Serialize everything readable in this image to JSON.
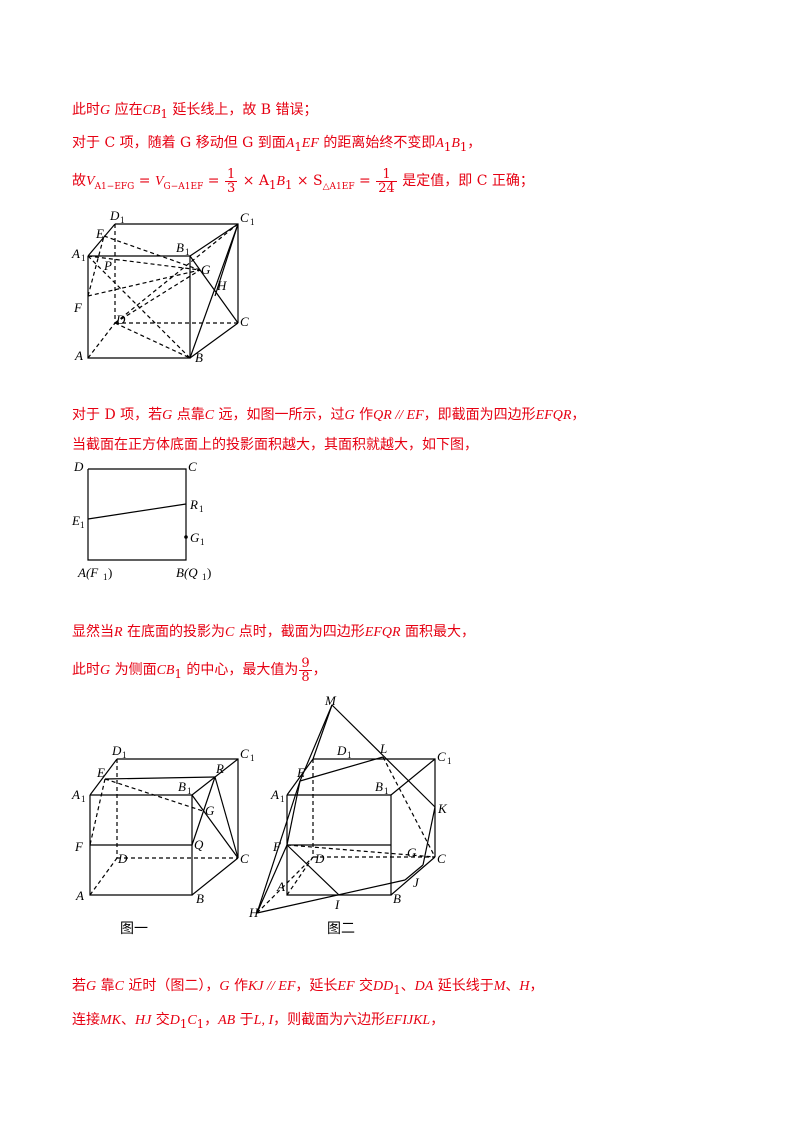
{
  "lines": {
    "l1a": "此时",
    "l1b": "G",
    "l1c": " 应在",
    "l1d": "CB",
    "l1e": "1",
    "l1f": " 延长线上，故 B 错误；",
    "l2a": "对于 C 项，随着 G 移动但 G 到面",
    "l2b": "A",
    "l2c": "1",
    "l2d": "EF",
    "l2e": " 的距离始终不变即",
    "l2f": "A",
    "l2g": "1",
    "l2h": "B",
    "l2i": "1",
    "l2j": "，",
    "l3a": "故",
    "l3b": "V",
    "l3c": "A1−EFG",
    "l3d": " = ",
    "l3e": "V",
    "l3f": "G−A1EF",
    "l3g": " = ",
    "l3h1": "1",
    "l3h2": "3",
    "l3i": " × A",
    "l3j": "1",
    "l3k": "B",
    "l3l": "1",
    "l3m": " × S",
    "l3n": "△A1EF",
    "l3o": " = ",
    "l3p1": "1",
    "l3p2": "24",
    "l3q": " 是定值，即 C 正确；",
    "l4a": "对于 D 项，若",
    "l4b": "G",
    "l4c": " 点靠",
    "l4d": "C",
    "l4e": " 远，如图一所示，过",
    "l4f": "G",
    "l4g": " 作",
    "l4h": "QR // EF",
    "l4i": "，即截面为四边形",
    "l4j": "EFQR",
    "l4k": "，",
    "l5": "当截面在正方体底面上的投影面积越大，其面积就越大，如下图，",
    "l6a": "显然当",
    "l6b": "R",
    "l6c": " 在底面的投影为",
    "l6d": "C",
    "l6e": " 点时，截面为四边形",
    "l6f": "EFQR",
    "l6g": " 面积最大，",
    "l7a": "此时",
    "l7b": "G",
    "l7c": " 为侧面",
    "l7d": "CB",
    "l7e": "1",
    "l7f": " 的中心，最大值为",
    "l7g1": "9",
    "l7g2": "8",
    "l7h": "，",
    "l8a": "若",
    "l8b": "G",
    "l8c": " 靠",
    "l8d": "C",
    "l8e": " 近时（图二），",
    "l8f": "G",
    "l8g": " 作",
    "l8h": "KJ // EF",
    "l8i": "，延长",
    "l8j": "EF",
    "l8k": " 交",
    "l8l": "DD",
    "l8m": "1",
    "l8n": "、",
    "l8o": "DA",
    "l8p": " 延长线于",
    "l8q": "M",
    "l8r": "、",
    "l8s": "H",
    "l8t": "，",
    "l9a": "连接",
    "l9b": "MK",
    "l9c": "、",
    "l9d": "HJ",
    "l9e": " 交",
    "l9f": "D",
    "l9g": "1",
    "l9h": "C",
    "l9i": "1",
    "l9j": "，",
    "l9k": "AB",
    "l9l": " 于",
    "l9m": "L, I",
    "l9n": "，则截面为六边形",
    "l9o": "EFIJKL",
    "l9p": "，"
  },
  "fig1": {
    "D1": "D",
    "D1s": "1",
    "C1": "C",
    "C1s": "1",
    "E": "E",
    "B1": "B",
    "B1s": "1",
    "A1": "A",
    "A1s": "1",
    "P": "P",
    "G": "G",
    "H": "H",
    "F": "F",
    "D": "D",
    "C": "C",
    "A": "A",
    "B": "B"
  },
  "fig2": {
    "D": "D",
    "C": "C",
    "R": "R",
    "Rs": "1",
    "E": "E",
    "Es": "1",
    "G": "G",
    "Gs": "1",
    "A": "A(F",
    "As": "1",
    "Ap": ")",
    "B": "B(Q",
    "Bs": "1",
    "Bp": ")"
  },
  "fig3": {
    "D1": "D",
    "D1s": "1",
    "C1": "C",
    "C1s": "1",
    "E": "E",
    "R": "R",
    "B1": "B",
    "B1s": "1",
    "A1": "A",
    "A1s": "1",
    "G": "G",
    "F": "F",
    "Q": "Q",
    "D": "D",
    "C": "C",
    "A": "A",
    "B": "B",
    "caption": "图一"
  },
  "fig4": {
    "M": "M",
    "D1": "D",
    "D1s": "1",
    "L": "L",
    "C1": "C",
    "C1s": "1",
    "E": "E",
    "A1": "A",
    "A1s": "1",
    "B1": "B",
    "B1s": "1",
    "K": "K",
    "F": "F",
    "D": "D",
    "G": "G",
    "C": "C",
    "A": "A",
    "J": "J",
    "B": "B",
    "I": "I",
    "H": "H",
    "caption": "图二"
  }
}
